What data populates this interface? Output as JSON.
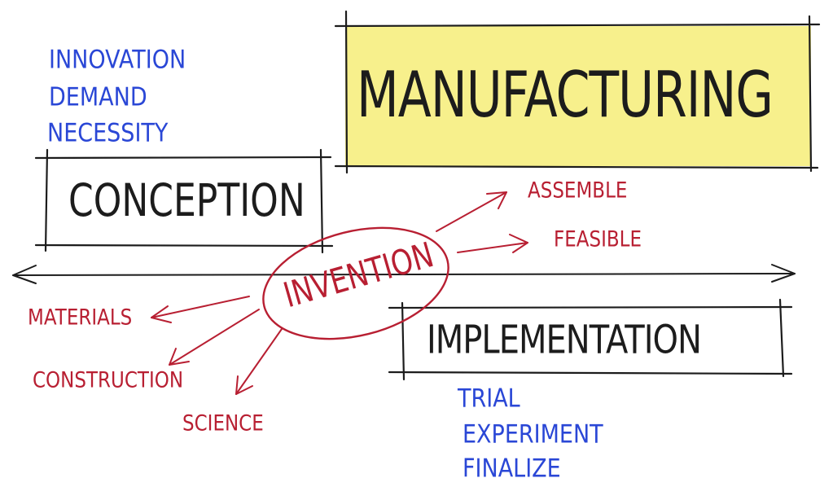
{
  "title": "MANUFACTURING",
  "center_label": "INVENTION",
  "conception": {
    "label": "CONCEPTION",
    "notes": [
      "INNOVATION",
      "DEMAND",
      "NECESSITY"
    ]
  },
  "implementation": {
    "label": "IMPLEMENTATION",
    "notes": [
      "TRIAL",
      "EXPERIMENT",
      "FINALIZE"
    ]
  },
  "branches_right": [
    "ASSEMBLE",
    "FEASIBLE"
  ],
  "branches_left": [
    "MATERIALS",
    "CONSTRUCTION",
    "SCIENCE"
  ],
  "colors": {
    "highlight": "#f7f08c",
    "blue_text": "#2a47d6",
    "red_text": "#b81f32",
    "ink": "#1c1c1c"
  }
}
